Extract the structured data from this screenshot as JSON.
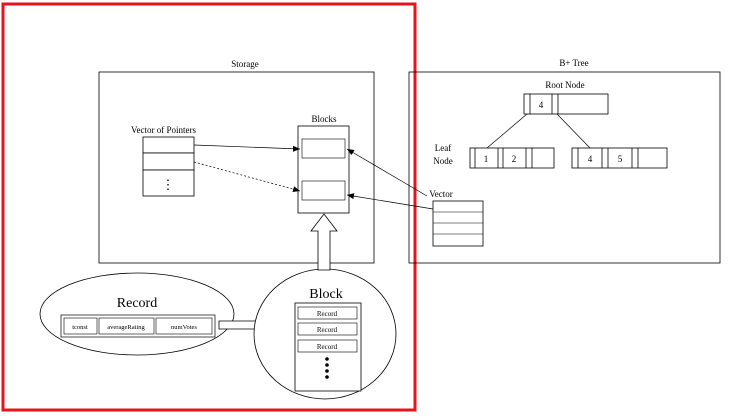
{
  "storage": {
    "title": "Storage"
  },
  "vector_of_pointers": {
    "label": "Vector of Pointers",
    "dots": "⋮"
  },
  "blocks": {
    "label": "Blocks"
  },
  "bptree": {
    "title": "B+ Tree",
    "root_label": "Root Node",
    "root_key": "4",
    "leaf_label_line1": "Leaf",
    "leaf_label_line2": "Node",
    "leaf1_key1": "1",
    "leaf1_key2": "2",
    "leaf2_key1": "4",
    "leaf2_key2": "5",
    "vector_label": "Vector"
  },
  "record": {
    "title": "Record",
    "fields": [
      "tconst",
      "averageRating",
      "numVotes"
    ]
  },
  "block": {
    "title": "Block",
    "rows": [
      "Record",
      "Record",
      "Record"
    ]
  },
  "colors": {
    "highlight_border": "#e8141b",
    "line": "#000000"
  }
}
